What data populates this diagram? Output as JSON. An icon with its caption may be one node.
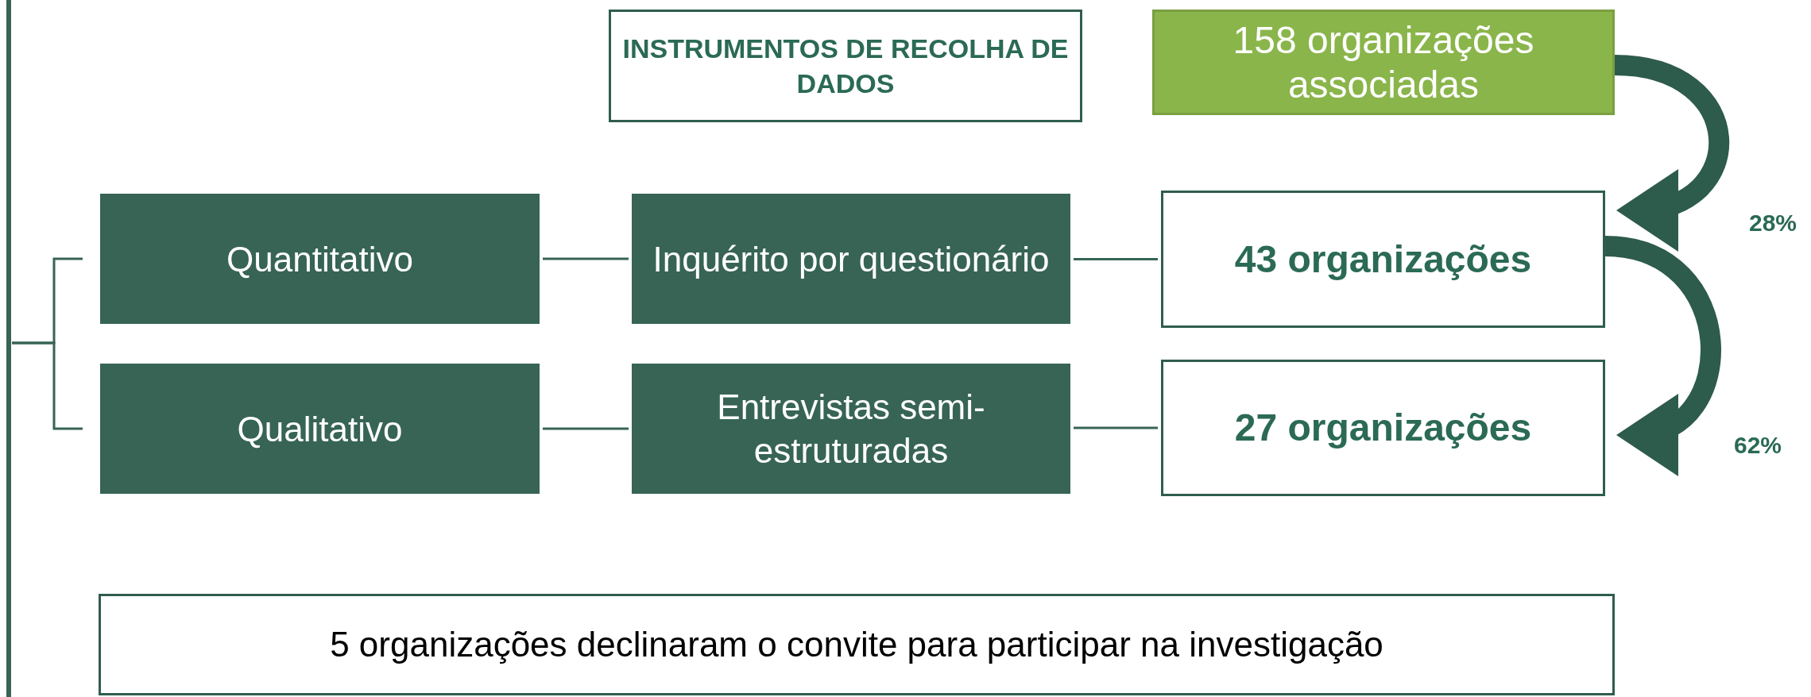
{
  "diagram": {
    "nodes": [
      {
        "text": [
          "INSTRUMENTOS DE RECOLHA DE DADOS"
        ]
      },
      {
        "text": [
          "158 organizações associadas"
        ]
      },
      {
        "text": [
          "Quantitativo"
        ]
      },
      {
        "text": [
          "Inquérito por questionário"
        ]
      },
      {
        "text": [
          "43 organizações"
        ]
      },
      {
        "text": [
          "Qualitativo"
        ]
      },
      {
        "text": [
          "Entrevistas semi-estruturadas"
        ]
      },
      {
        "text": [
          "27 organizações"
        ]
      },
      {
        "text": [
          "5 organizações declinaram o convite para participar na investigação"
        ]
      }
    ],
    "edges": [
      {
        "from": null,
        "to": 2,
        "arrow": "none"
      },
      {
        "from": null,
        "to": 5,
        "arrow": "none"
      },
      {
        "from": 2,
        "to": 3,
        "arrow": "none"
      },
      {
        "from": 3,
        "to": 4,
        "arrow": "none"
      },
      {
        "from": 5,
        "to": 6,
        "arrow": "none"
      },
      {
        "from": 6,
        "to": 7,
        "arrow": "none"
      },
      {
        "from": 1,
        "to": 4,
        "arrow": "to",
        "label": "28%",
        "style": "thick"
      },
      {
        "from": 4,
        "to": 7,
        "arrow": "to",
        "label": "62%",
        "style": "thick"
      }
    ]
  }
}
